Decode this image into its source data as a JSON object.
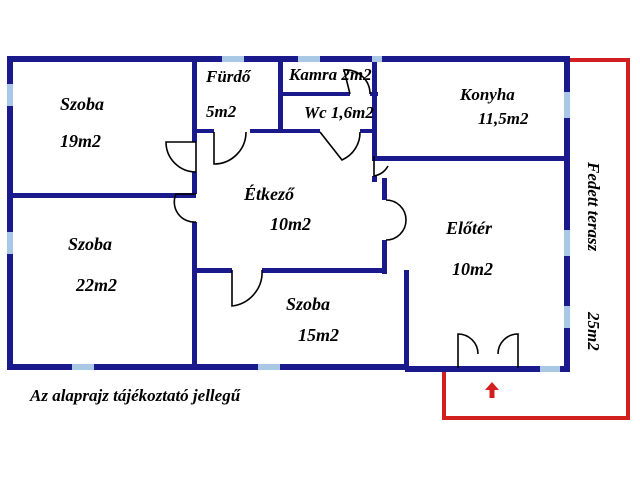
{
  "rooms": [
    {
      "id": "szoba-1",
      "name": "Szoba",
      "area": "19m2"
    },
    {
      "id": "furdo",
      "name": "Fürdő",
      "area": "5m2"
    },
    {
      "id": "kamra",
      "name": "Kamra 2m2",
      "area": ""
    },
    {
      "id": "wc",
      "name": "Wc 1,6m2",
      "area": ""
    },
    {
      "id": "konyha",
      "name": "Konyha",
      "area": "11,5m2"
    },
    {
      "id": "etkezo",
      "name": "Étkező",
      "area": "10m2"
    },
    {
      "id": "szoba-2",
      "name": "Szoba",
      "area": "22m2"
    },
    {
      "id": "szoba-3",
      "name": "Szoba",
      "area": "15m2"
    },
    {
      "id": "eloter",
      "name": "Előtér",
      "area": "10m2"
    }
  ],
  "terrace": {
    "name": "Fedett terasz",
    "area": "25m2",
    "color": "#d21f1f"
  },
  "note": "Az alaprajz tájékoztató jellegű",
  "colors": {
    "wall": "#1a1a8c",
    "window": "#a9c8e6",
    "entrance_arrow": "#d21f1f"
  }
}
